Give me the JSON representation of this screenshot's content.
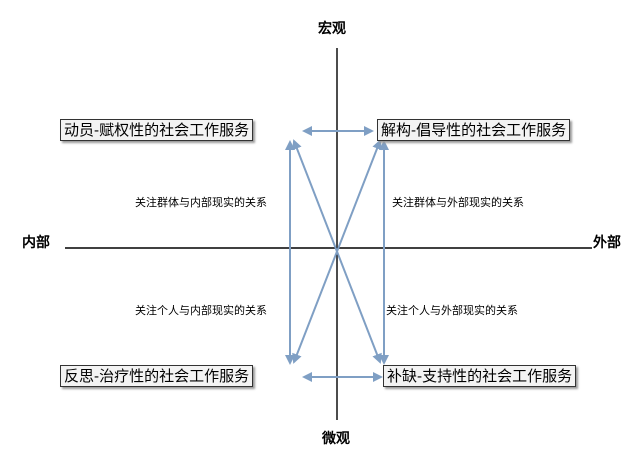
{
  "axes": {
    "top": "宏观",
    "bottom": "微观",
    "left": "内部",
    "right": "外部"
  },
  "boxes": {
    "top_left": "动员-赋权性的社会工作服务",
    "top_right": "解构-倡导性的社会工作服务",
    "bottom_left": "反思-治疗性的社会工作服务",
    "bottom_right": "补缺-支持性的社会工作服务"
  },
  "relations": {
    "upper_left": "关注群体与内部现实的关系",
    "upper_right": "关注群体与外部现实的关系",
    "lower_left": "关注个人与内部现实的关系",
    "lower_right": "关注个人与外部现实的关系"
  },
  "colors": {
    "arrow": "#7f9fc4",
    "axis": "#000000",
    "box_fill": "#f3f3f3"
  }
}
